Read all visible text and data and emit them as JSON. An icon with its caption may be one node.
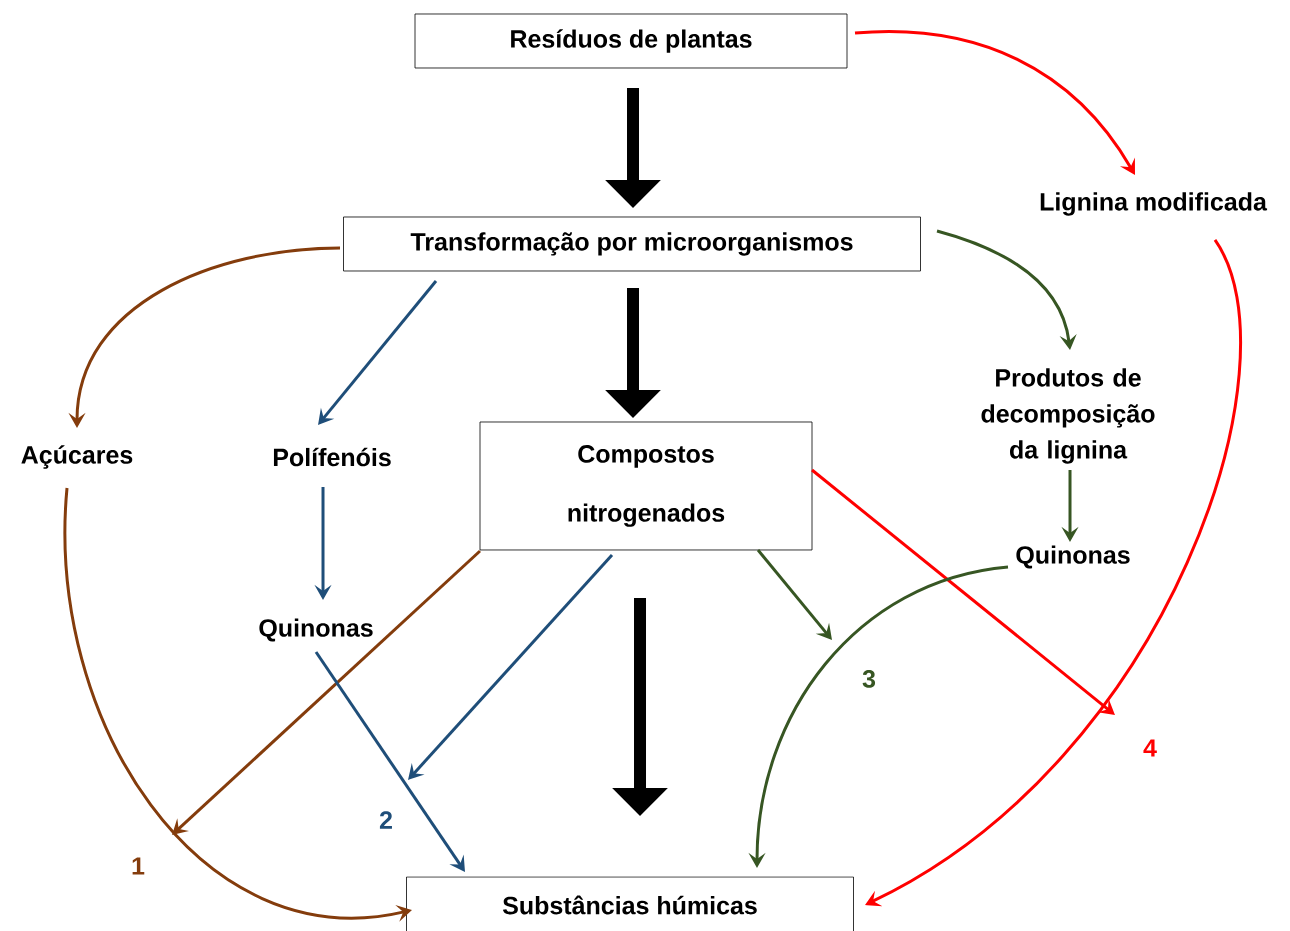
{
  "diagram": {
    "nodes": [
      {
        "text": [
          "Resíduos de plantas"
        ]
      },
      {
        "text": [
          "Transformação por microorganismos"
        ]
      },
      {
        "text": [
          "Lignina modificada"
        ]
      },
      {
        "text": [
          "Açúcares"
        ]
      },
      {
        "text": [
          "Polífenóis"
        ]
      },
      {
        "text": [
          "Compostos nitrogenados"
        ]
      },
      {
        "text": [
          "Produtos de decomposição da lignina"
        ]
      },
      {
        "text": [
          "Quinonas"
        ]
      },
      {
        "text": [
          "Quinonas"
        ]
      },
      {
        "text": [
          "Substâncias húmicas"
        ]
      }
    ],
    "edges": [
      {
        "from": 0,
        "to": 1,
        "arrow": "to",
        "style": "thick",
        "color": "#000000"
      },
      {
        "from": 0,
        "to": 2,
        "arrow": "to",
        "color": "#ff0000"
      },
      {
        "from": 1,
        "to": 3,
        "arrow": "to",
        "color": "#843c0c"
      },
      {
        "from": 1,
        "to": 4,
        "arrow": "to",
        "color": "#1f4e79"
      },
      {
        "from": 1,
        "to": 5,
        "arrow": "to",
        "style": "thick",
        "color": "#000000"
      },
      {
        "from": 1,
        "to": 6,
        "arrow": "to",
        "color": "#375623"
      },
      {
        "from": 2,
        "to": 9,
        "arrow": "to",
        "color": "#ff0000"
      },
      {
        "from": 3,
        "to": 9,
        "arrow": "to",
        "color": "#843c0c"
      },
      {
        "from": 4,
        "to": 8,
        "arrow": "to",
        "color": "#1f4e79"
      },
      {
        "from": 5,
        "to": null,
        "arrow": "to",
        "color": "#843c0c"
      },
      {
        "from": 5,
        "to": null,
        "arrow": "to",
        "color": "#1f4e79"
      },
      {
        "from": 5,
        "to": null,
        "arrow": "to",
        "color": "#375623"
      },
      {
        "from": 5,
        "to": null,
        "arrow": "to",
        "color": "#ff0000"
      },
      {
        "from": 5,
        "to": 9,
        "arrow": "to",
        "style": "thick",
        "color": "#000000"
      },
      {
        "from": 8,
        "to": 9,
        "arrow": "to",
        "color": "#1f4e79"
      },
      {
        "from": 6,
        "to": 7,
        "arrow": "to",
        "color": "#375623"
      },
      {
        "from": 7,
        "to": 9,
        "arrow": "to",
        "color": "#375623"
      }
    ],
    "labels": [
      "3",
      "4",
      "2",
      "1"
    ]
  }
}
